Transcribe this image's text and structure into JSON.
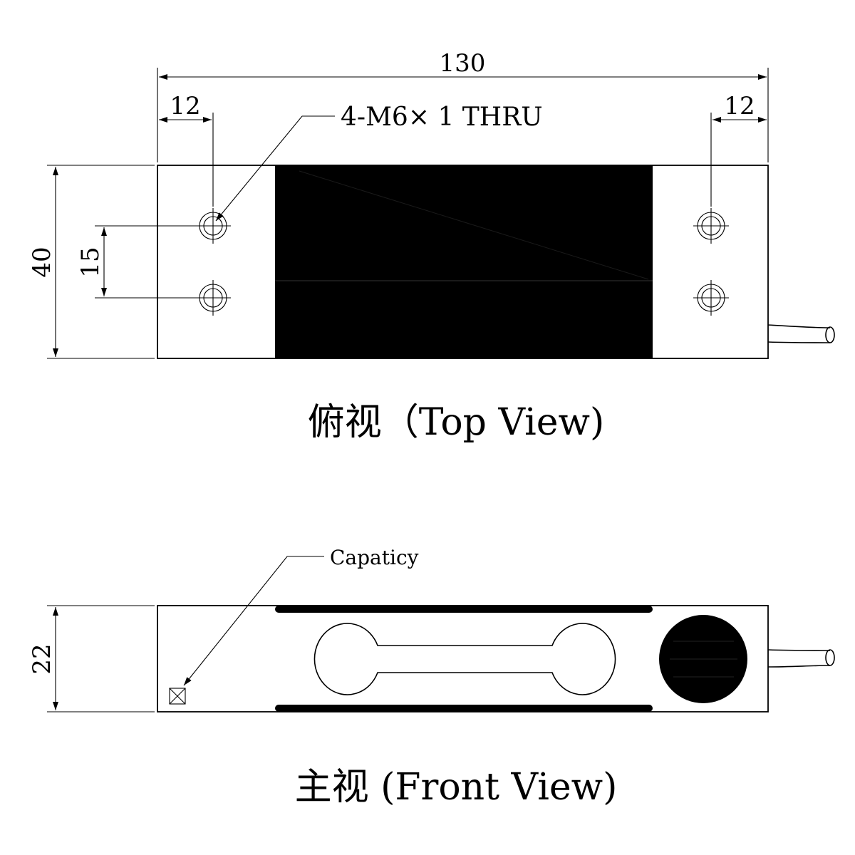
{
  "top_view": {
    "title": "俯视（Top View)",
    "dimensions": {
      "overall_length": "130",
      "left_hole_offset": "12",
      "right_hole_offset": "12",
      "width": "40",
      "hole_spacing": "15"
    },
    "hole_callout": "4-M6× 1 THRU"
  },
  "front_view": {
    "title": "主视  (Front View)",
    "dimensions": {
      "height": "22"
    },
    "capacity_callout": "Capaticy"
  },
  "colors": {
    "line": "#000000",
    "background": "#ffffff",
    "fill_dark": "#000000"
  }
}
